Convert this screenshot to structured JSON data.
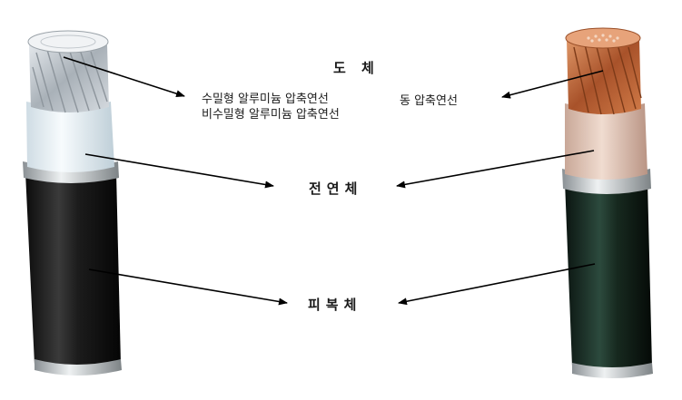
{
  "labels": {
    "conductor": "도 체",
    "aluminum_compressed": "수밀형 알루미늄 압축연선",
    "aluminum_noncompressed": "비수밀형 알루미늄 압축연선",
    "copper_compressed": "동 압축연선",
    "insulation": "전연체",
    "jacket": "피복체"
  },
  "colors": {
    "aluminum": "#c9ced3",
    "copper": "#c56a38",
    "insulation_left": "#e8f1f6",
    "insulation_right": "#e4c7b8",
    "jacket_left": "#1e1e1e",
    "jacket_right": "#1a2e26",
    "band": "#b9bfc2",
    "arrow": "#000000"
  }
}
